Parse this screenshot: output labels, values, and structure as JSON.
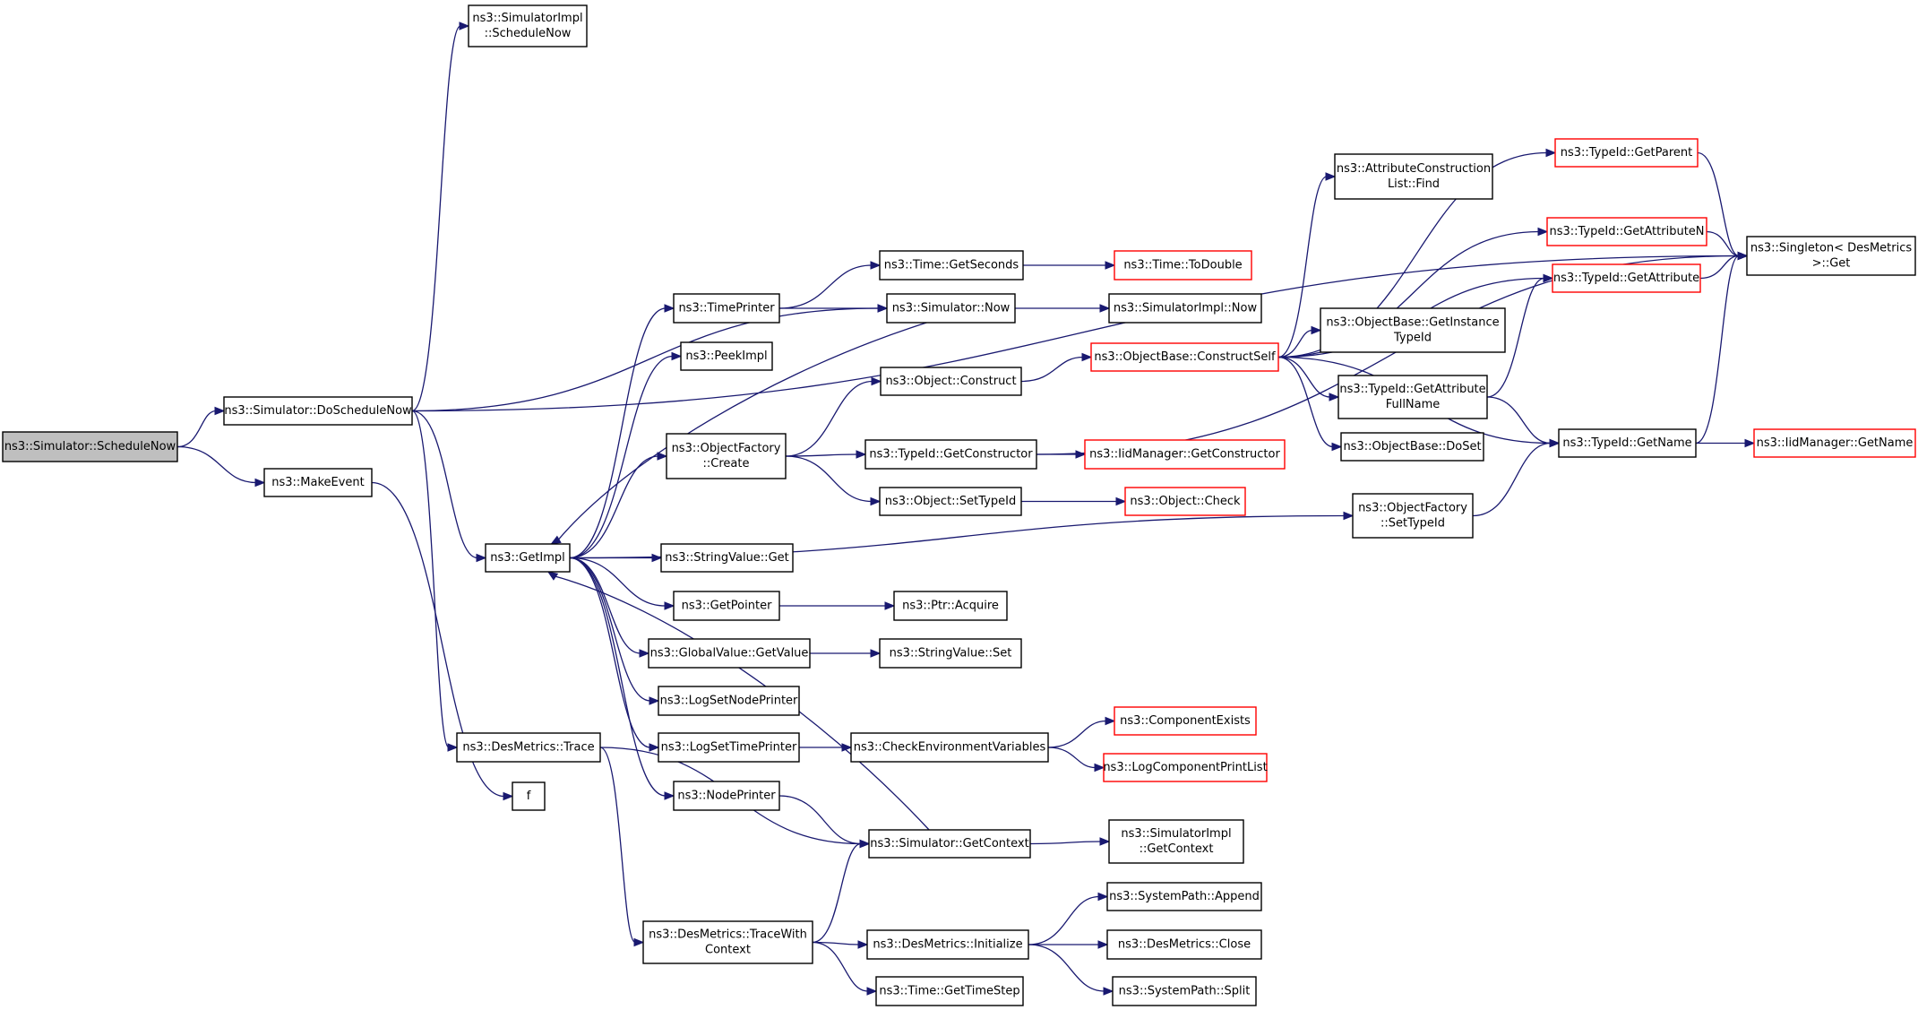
{
  "colors": {
    "edge": "#191970",
    "box_border": "#000000",
    "box_border_incomplete": "#ff0000",
    "root_fill": "#bfbfbf",
    "fill": "#ffffff"
  },
  "nodes": {
    "schedule_now": {
      "lines": [
        "ns3::Simulator::ScheduleNow"
      ],
      "style": "root"
    },
    "do_schedule_now": {
      "lines": [
        "ns3::Simulator::DoScheduleNow"
      ],
      "style": "normal"
    },
    "make_event": {
      "lines": [
        "ns3::MakeEvent"
      ],
      "style": "normal"
    },
    "impl_schedule_now": {
      "lines": [
        "ns3::SimulatorImpl",
        "::ScheduleNow"
      ],
      "style": "normal"
    },
    "get_impl": {
      "lines": [
        "ns3::GetImpl"
      ],
      "style": "normal"
    },
    "des_trace": {
      "lines": [
        "ns3::DesMetrics::Trace"
      ],
      "style": "normal"
    },
    "f": {
      "lines": [
        "f"
      ],
      "style": "normal"
    },
    "time_printer": {
      "lines": [
        "ns3::TimePrinter"
      ],
      "style": "normal"
    },
    "peek_impl": {
      "lines": [
        "ns3::PeekImpl"
      ],
      "style": "normal"
    },
    "object_factory_create": {
      "lines": [
        "ns3::ObjectFactory",
        "::Create"
      ],
      "style": "normal"
    },
    "string_value_get": {
      "lines": [
        "ns3::StringValue::Get"
      ],
      "style": "normal"
    },
    "get_pointer": {
      "lines": [
        "ns3::GetPointer"
      ],
      "style": "normal"
    },
    "global_value_get": {
      "lines": [
        "ns3::GlobalValue::GetValue"
      ],
      "style": "normal"
    },
    "log_set_node_printer": {
      "lines": [
        "ns3::LogSetNodePrinter"
      ],
      "style": "normal"
    },
    "log_set_time_printer": {
      "lines": [
        "ns3::LogSetTimePrinter"
      ],
      "style": "normal"
    },
    "node_printer": {
      "lines": [
        "ns3::NodePrinter"
      ],
      "style": "normal"
    },
    "des_trace_with_context": {
      "lines": [
        "ns3::DesMetrics::TraceWith",
        "Context"
      ],
      "style": "normal"
    },
    "time_get_seconds": {
      "lines": [
        "ns3::Time::GetSeconds"
      ],
      "style": "normal"
    },
    "simulator_now": {
      "lines": [
        "ns3::Simulator::Now"
      ],
      "style": "normal"
    },
    "object_construct": {
      "lines": [
        "ns3::Object::Construct"
      ],
      "style": "normal"
    },
    "typeid_get_constructor": {
      "lines": [
        "ns3::TypeId::GetConstructor"
      ],
      "style": "normal"
    },
    "object_set_typeid": {
      "lines": [
        "ns3::Object::SetTypeId"
      ],
      "style": "normal"
    },
    "ptr_acquire": {
      "lines": [
        "ns3::Ptr::Acquire"
      ],
      "style": "normal"
    },
    "string_value_set": {
      "lines": [
        "ns3::StringValue::Set"
      ],
      "style": "normal"
    },
    "check_env_vars": {
      "lines": [
        "ns3::CheckEnvironmentVariables"
      ],
      "style": "normal"
    },
    "simulator_get_context": {
      "lines": [
        "ns3::Simulator::GetContext"
      ],
      "style": "normal"
    },
    "des_initialize": {
      "lines": [
        "ns3::DesMetrics::Initialize"
      ],
      "style": "normal"
    },
    "time_get_time_step": {
      "lines": [
        "ns3::Time::GetTimeStep"
      ],
      "style": "normal"
    },
    "time_to_double": {
      "lines": [
        "ns3::Time::ToDouble"
      ],
      "style": "incomplete"
    },
    "impl_now": {
      "lines": [
        "ns3::SimulatorImpl::Now"
      ],
      "style": "normal"
    },
    "construct_self": {
      "lines": [
        "ns3::ObjectBase::ConstructSelf"
      ],
      "style": "incomplete"
    },
    "iid_get_constructor": {
      "lines": [
        "ns3::IidManager::GetConstructor"
      ],
      "style": "incomplete"
    },
    "object_check": {
      "lines": [
        "ns3::Object::Check"
      ],
      "style": "incomplete"
    },
    "component_exists": {
      "lines": [
        "ns3::ComponentExists"
      ],
      "style": "incomplete"
    },
    "log_component_print_list": {
      "lines": [
        "ns3::LogComponentPrintList"
      ],
      "style": "incomplete"
    },
    "impl_get_context": {
      "lines": [
        "ns3::SimulatorImpl",
        "::GetContext"
      ],
      "style": "normal"
    },
    "system_path_append": {
      "lines": [
        "ns3::SystemPath::Append"
      ],
      "style": "normal"
    },
    "des_close": {
      "lines": [
        "ns3::DesMetrics::Close"
      ],
      "style": "normal"
    },
    "system_path_split": {
      "lines": [
        "ns3::SystemPath::Split"
      ],
      "style": "normal"
    },
    "attr_construction_find": {
      "lines": [
        "ns3::AttributeConstruction",
        "List::Find"
      ],
      "style": "normal"
    },
    "get_instance_typeid": {
      "lines": [
        "ns3::ObjectBase::GetInstance",
        "TypeId"
      ],
      "style": "normal"
    },
    "typeid_get_attr_fullname": {
      "lines": [
        "ns3::TypeId::GetAttribute",
        "FullName"
      ],
      "style": "normal"
    },
    "object_base_doset": {
      "lines": [
        "ns3::ObjectBase::DoSet"
      ],
      "style": "normal"
    },
    "object_factory_set_typeid": {
      "lines": [
        "ns3::ObjectFactory",
        "::SetTypeId"
      ],
      "style": "normal"
    },
    "typeid_get_parent": {
      "lines": [
        "ns3::TypeId::GetParent"
      ],
      "style": "incomplete"
    },
    "typeid_get_attribute_n": {
      "lines": [
        "ns3::TypeId::GetAttributeN"
      ],
      "style": "incomplete"
    },
    "typeid_get_attribute": {
      "lines": [
        "ns3::TypeId::GetAttribute"
      ],
      "style": "incomplete"
    },
    "typeid_get_name": {
      "lines": [
        "ns3::TypeId::GetName"
      ],
      "style": "normal"
    },
    "singleton_get": {
      "lines": [
        "ns3::Singleton< DesMetrics",
        " >::Get"
      ],
      "style": "normal"
    },
    "iid_get_name": {
      "lines": [
        "ns3::IidManager::GetName"
      ],
      "style": "incomplete"
    }
  },
  "edges": [
    [
      "schedule_now",
      "do_schedule_now"
    ],
    [
      "schedule_now",
      "make_event"
    ],
    [
      "do_schedule_now",
      "impl_schedule_now"
    ],
    [
      "do_schedule_now",
      "singleton_get"
    ],
    [
      "do_schedule_now",
      "simulator_now"
    ],
    [
      "do_schedule_now",
      "get_impl"
    ],
    [
      "do_schedule_now",
      "des_trace"
    ],
    [
      "make_event",
      "f"
    ],
    [
      "get_impl",
      "time_printer"
    ],
    [
      "get_impl",
      "peek_impl"
    ],
    [
      "get_impl",
      "object_factory_create"
    ],
    [
      "get_impl",
      "object_factory_set_typeid"
    ],
    [
      "get_impl",
      "string_value_get"
    ],
    [
      "get_impl",
      "get_pointer"
    ],
    [
      "get_impl",
      "global_value_get"
    ],
    [
      "get_impl",
      "log_set_node_printer"
    ],
    [
      "get_impl",
      "log_set_time_printer"
    ],
    [
      "get_impl",
      "node_printer"
    ],
    [
      "time_printer",
      "time_get_seconds"
    ],
    [
      "time_printer",
      "simulator_now"
    ],
    [
      "time_get_seconds",
      "time_to_double"
    ],
    [
      "simulator_now",
      "impl_now"
    ],
    [
      "simulator_now",
      "get_impl"
    ],
    [
      "object_factory_create",
      "object_construct"
    ],
    [
      "object_factory_create",
      "typeid_get_constructor"
    ],
    [
      "object_factory_create",
      "object_set_typeid"
    ],
    [
      "object_construct",
      "construct_self"
    ],
    [
      "typeid_get_constructor",
      "iid_get_constructor"
    ],
    [
      "typeid_get_constructor",
      "singleton_get"
    ],
    [
      "object_set_typeid",
      "object_check"
    ],
    [
      "get_pointer",
      "ptr_acquire"
    ],
    [
      "global_value_get",
      "string_value_set"
    ],
    [
      "log_set_time_printer",
      "check_env_vars"
    ],
    [
      "check_env_vars",
      "component_exists"
    ],
    [
      "check_env_vars",
      "log_component_print_list"
    ],
    [
      "node_printer",
      "simulator_get_context"
    ],
    [
      "simulator_get_context",
      "impl_get_context"
    ],
    [
      "simulator_get_context",
      "get_impl"
    ],
    [
      "des_trace",
      "simulator_get_context"
    ],
    [
      "des_trace",
      "des_trace_with_context"
    ],
    [
      "des_trace_with_context",
      "simulator_get_context"
    ],
    [
      "des_trace_with_context",
      "des_initialize"
    ],
    [
      "des_trace_with_context",
      "time_get_time_step"
    ],
    [
      "des_initialize",
      "system_path_append"
    ],
    [
      "des_initialize",
      "des_close"
    ],
    [
      "des_initialize",
      "system_path_split"
    ],
    [
      "construct_self",
      "typeid_get_parent"
    ],
    [
      "construct_self",
      "attr_construction_find"
    ],
    [
      "construct_self",
      "typeid_get_attribute_n"
    ],
    [
      "construct_self",
      "typeid_get_attribute"
    ],
    [
      "construct_self",
      "get_instance_typeid"
    ],
    [
      "construct_self",
      "typeid_get_attr_fullname"
    ],
    [
      "construct_self",
      "object_base_doset"
    ],
    [
      "construct_self",
      "typeid_get_name"
    ],
    [
      "typeid_get_attr_fullname",
      "typeid_get_attribute"
    ],
    [
      "typeid_get_attr_fullname",
      "typeid_get_name"
    ],
    [
      "object_factory_set_typeid",
      "typeid_get_name"
    ],
    [
      "typeid_get_parent",
      "singleton_get"
    ],
    [
      "typeid_get_attribute_n",
      "singleton_get"
    ],
    [
      "typeid_get_attribute",
      "singleton_get"
    ],
    [
      "typeid_get_name",
      "singleton_get"
    ],
    [
      "typeid_get_name",
      "iid_get_name"
    ]
  ]
}
